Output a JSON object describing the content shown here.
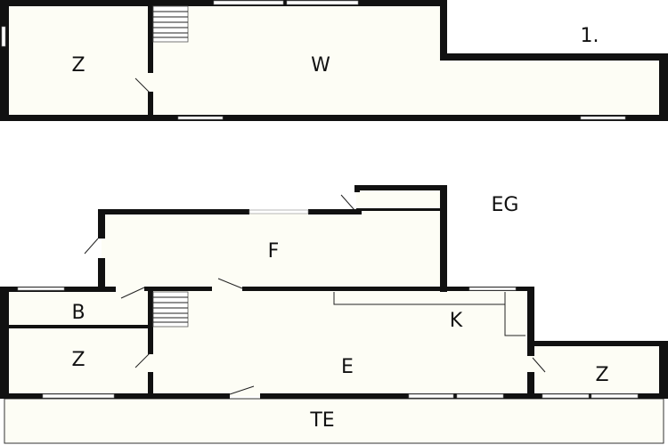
{
  "upper_floor": {
    "level_label": "1.",
    "rooms": [
      {
        "id": "z-upper",
        "label": "Z"
      },
      {
        "id": "w",
        "label": "W"
      }
    ]
  },
  "ground_floor": {
    "level_label": "EG",
    "rooms": [
      {
        "id": "f",
        "label": "F"
      },
      {
        "id": "b",
        "label": "B"
      },
      {
        "id": "k",
        "label": "K"
      },
      {
        "id": "z-left",
        "label": "Z"
      },
      {
        "id": "e",
        "label": "E"
      },
      {
        "id": "z-right",
        "label": "Z"
      },
      {
        "id": "te",
        "label": "TE"
      }
    ]
  }
}
